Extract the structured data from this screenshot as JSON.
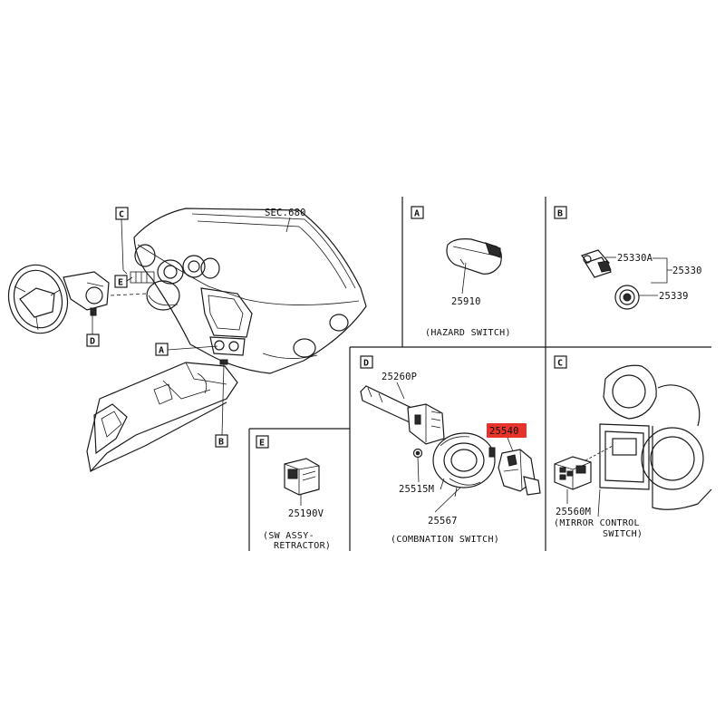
{
  "main": {
    "sec_ref": "SEC.680",
    "callouts": {
      "a": "A",
      "b": "B",
      "c": "C",
      "d": "D",
      "e": "E"
    }
  },
  "panel_a": {
    "letter": "A",
    "part": "25910",
    "caption": "(HAZARD SWITCH)"
  },
  "panel_b": {
    "letter": "B",
    "parts": {
      "p1": "25330A",
      "p2": "25330",
      "p3": "25339"
    }
  },
  "panel_d": {
    "letter": "D",
    "parts": {
      "p1": "25260P",
      "p2": "25540",
      "p3": "25515M",
      "p4": "25567"
    },
    "highlight_color": "#e8322c",
    "caption": "(COMBNATION SWITCH)"
  },
  "panel_c": {
    "letter": "C",
    "part": "25560M",
    "caption_line1": "(MIRROR CONTROL",
    "caption_line2": "SWITCH)"
  },
  "panel_e": {
    "letter": "E",
    "part": "25190V",
    "caption_line1": "(SW ASSY-",
    "caption_line2": "RETRACTOR)"
  }
}
